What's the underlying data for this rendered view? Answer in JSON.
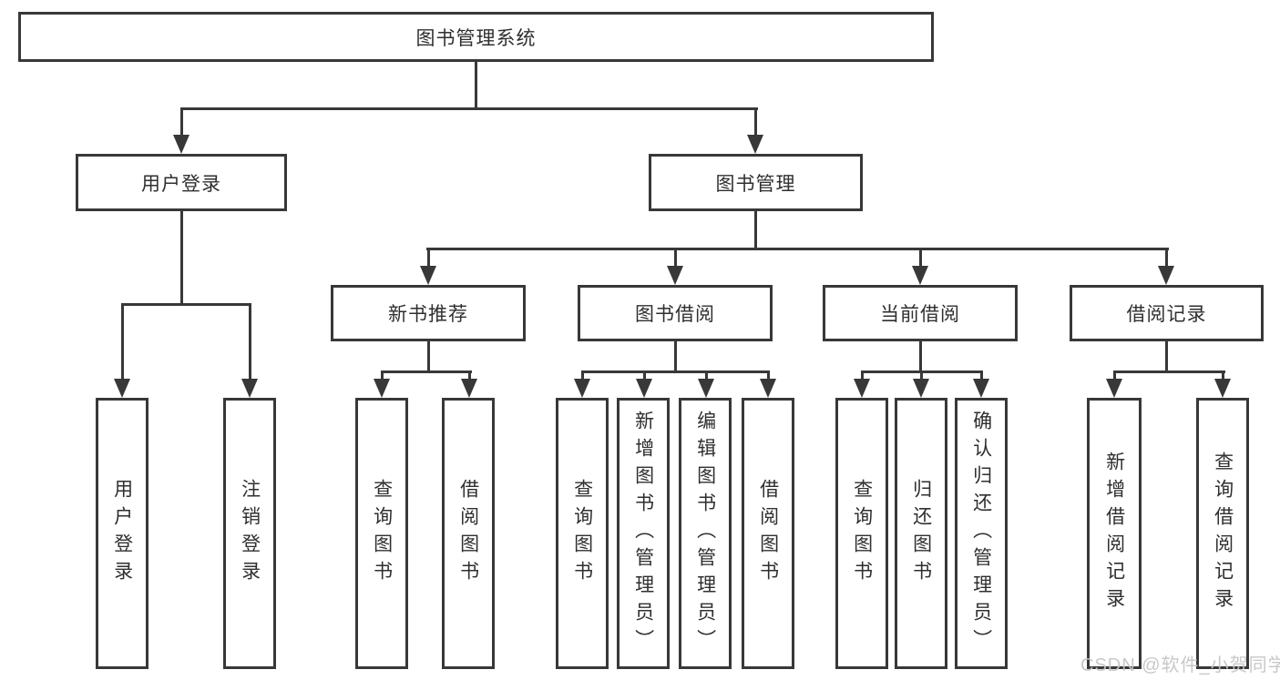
{
  "root": {
    "label": "图书管理系统"
  },
  "level2": {
    "user_login": {
      "label": "用户登录"
    },
    "book_management": {
      "label": "图书管理"
    }
  },
  "level3": {
    "new_book_recommend": {
      "label": "新书推荐"
    },
    "book_borrow": {
      "label": "图书借阅"
    },
    "current_borrow": {
      "label": "当前借阅"
    },
    "borrow_records": {
      "label": "借阅记录"
    }
  },
  "leaves": {
    "user_login": [
      "用户登录",
      "注销登录"
    ],
    "new_book_recommend": [
      "查询图书",
      "借阅图书"
    ],
    "book_borrow": [
      "查询图书",
      "新增图书（管理员）",
      "编辑图书（管理员）",
      "借阅图书"
    ],
    "current_borrow": [
      "查询图书",
      "归还图书",
      "确认归还（管理员）"
    ],
    "borrow_records": [
      "新增借阅记录",
      "查询借阅记录"
    ]
  },
  "watermark": {
    "text": "CSDN @软件_小贺同学"
  },
  "colors": {
    "line": "#383838",
    "text": "#2f2f2f",
    "watermark": "#c5c5c5",
    "background": "#ffffff"
  }
}
